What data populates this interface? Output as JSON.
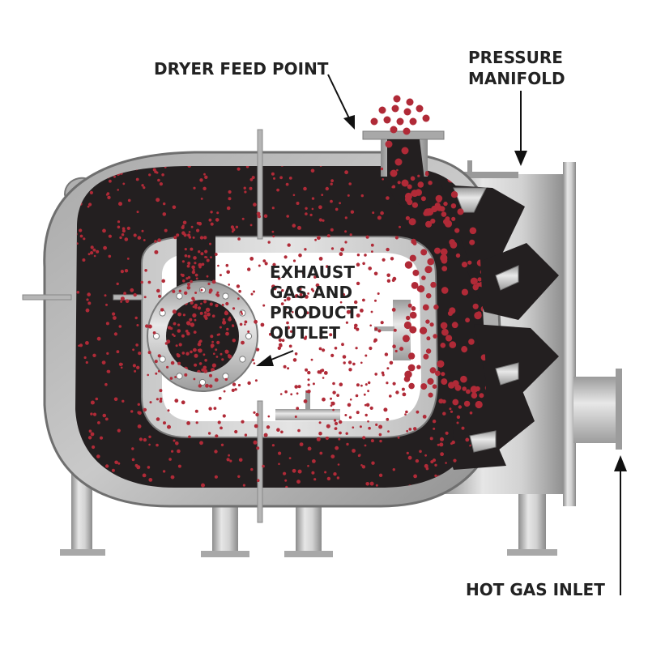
{
  "labels": {
    "feed_point": "DRYER FEED POINT",
    "manifold_line1": "PRESSURE",
    "manifold_line2": "MANIFOLD",
    "exhaust_line1": "EXHAUST",
    "exhaust_line2": "GAS AND",
    "exhaust_line3": "PRODUCT",
    "exhaust_line4": "OUTLET",
    "hot_gas_inlet": "HOT GAS INLET"
  },
  "colors": {
    "product": "#b02a37",
    "material": "#231f20",
    "steel": "#b8b8b8",
    "steel_dark": "#7a7a7a",
    "text": "#222222"
  }
}
